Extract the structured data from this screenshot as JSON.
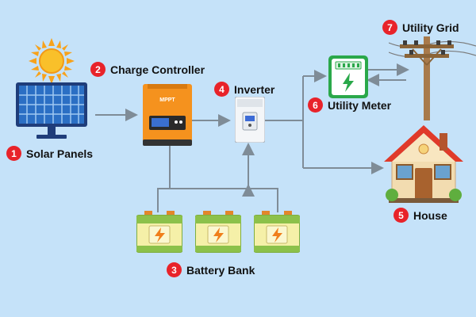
{
  "components": [
    {
      "number": "1",
      "label": "Solar Panels"
    },
    {
      "number": "2",
      "label": "Charge Controller"
    },
    {
      "number": "3",
      "label": "Battery Bank"
    },
    {
      "number": "4",
      "label": "Inverter"
    },
    {
      "number": "5",
      "label": "House"
    },
    {
      "number": "6",
      "label": "Utility Meter"
    },
    {
      "number": "7",
      "label": "Utility Grid"
    }
  ],
  "device_text": {
    "controller_brand": "MPPT"
  },
  "icons": {
    "sun": "sun-icon",
    "panel": "solar-panel-icon",
    "controller": "charge-controller-icon",
    "inverter": "inverter-icon",
    "battery": "battery-icon",
    "meter": "utility-meter-icon",
    "pole": "utility-pole-icon",
    "house": "house-icon"
  },
  "colors": {
    "background": "#c5e2f9",
    "badge": "#e8232a",
    "controller": "#f5921e",
    "battery": "#f5f0a8",
    "meter": "#2aa84a",
    "connector": "#7f8c97"
  }
}
